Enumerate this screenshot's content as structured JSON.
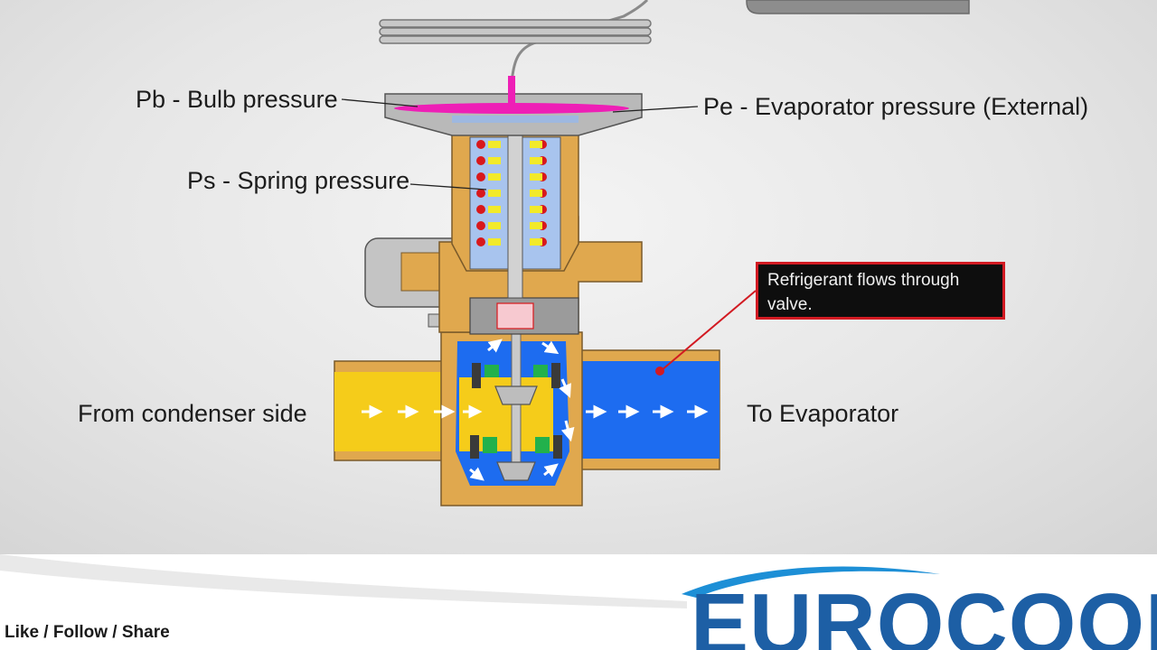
{
  "labels": {
    "bulb_pressure": "Pb - Bulb pressure",
    "evaporator_pressure": "Pe - Evaporator pressure (External)",
    "spring_pressure": "Ps - Spring pressure",
    "from_condenser": "From condenser side",
    "to_evaporator": "To Evaporator"
  },
  "callout": {
    "text": "Refrigerant flows through valve."
  },
  "footer": {
    "social": "Like / Follow / Share",
    "logo": "EUROCOOL"
  },
  "colors": {
    "brass": "#e0a84e",
    "liquid_yellow": "#f5cc1a",
    "refrigerant_blue": "#1d6cf0",
    "diaphragm": "#ee1fb6",
    "spring_red": "#d8181c",
    "seat_green": "#22b14c",
    "callout_border": "#d21a22",
    "logo_blue": "#1d5fa5"
  }
}
